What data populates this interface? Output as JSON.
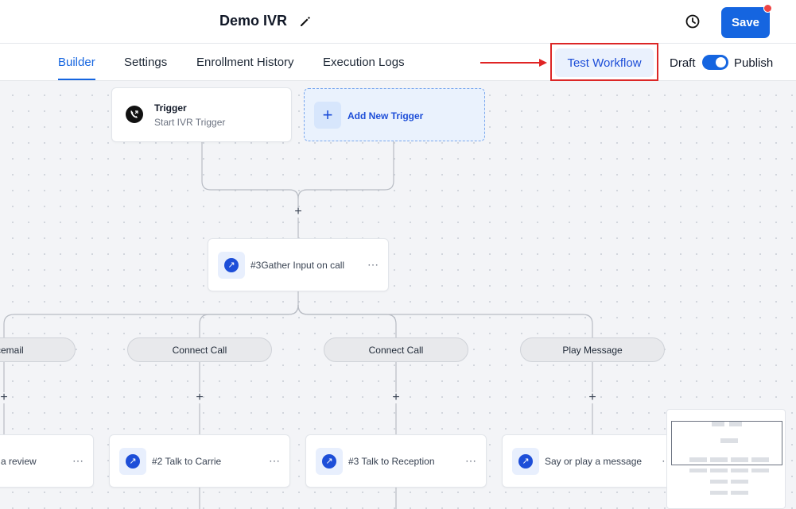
{
  "header": {
    "title": "Demo IVR",
    "save_label": "Save"
  },
  "tabs": [
    {
      "label": "Builder",
      "active": true
    },
    {
      "label": "Settings",
      "active": false
    },
    {
      "label": "Enrollment History",
      "active": false
    },
    {
      "label": "Execution Logs",
      "active": false
    }
  ],
  "actions": {
    "test_workflow_label": "Test Workflow",
    "draft_label": "Draft",
    "publish_label": "Publish",
    "publish_toggle_on": true
  },
  "canvas": {
    "trigger": {
      "title": "Trigger",
      "subtitle": "Start IVR Trigger"
    },
    "add_trigger_label": "Add New Trigger",
    "gather_node": {
      "label": "#3Gather Input on call"
    },
    "branches": [
      {
        "label": "Voicemail"
      },
      {
        "label": "Connect Call"
      },
      {
        "label": "Connect Call"
      },
      {
        "label": "Play Message"
      }
    ],
    "bottom_nodes": [
      {
        "label": "a review"
      },
      {
        "label": "#2 Talk to Carrie"
      },
      {
        "label": "#3 Talk to Reception"
      },
      {
        "label": "Say or play a message"
      }
    ],
    "more_menu_glyph": "⋯",
    "plus_glyph": "+"
  },
  "colors": {
    "accent": "#1565e0",
    "annotation_red": "#dc2626",
    "canvas_bg": "#f3f4f7"
  },
  "icons": {
    "edit": "pencil-icon",
    "history": "history-icon",
    "trigger": "phone-call-icon",
    "action": "phone-forward-icon",
    "add": "plus-icon",
    "menu": "more-horizontal-icon"
  }
}
